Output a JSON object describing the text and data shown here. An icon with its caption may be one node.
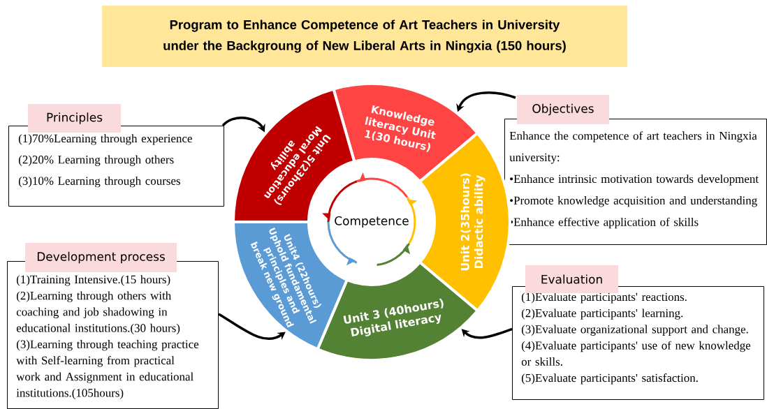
{
  "diagram": {
    "title": "Program to Enhance Competence of Art Teachers in University under the Backgroung of New Liberal Arts in Ningxia (150 hours)",
    "nodes": [
      {
        "text": [
          "Principles",
          "(1)70%Learning through experience",
          "(2)20% Learning through others",
          "(3)10% Learning through courses"
        ]
      },
      {
        "text": [
          "Objectives",
          "Enhance the competence of art teachers in Ningxia university:",
          "•Enhance intrinsic motivation towards development",
          "•Promote knowledge acquisition and understanding",
          "•Enhance effective application of skills"
        ]
      },
      {
        "text": [
          "Development process",
          "(1)Training Intensive.(15 hours)",
          "(2)Learning through others with coaching and job shadowing in educational institutions.(30 hours)",
          "(3)Learning through teaching practice with Self-learning from practical work and Assignment in educational institutions.(105hours)"
        ]
      },
      {
        "text": [
          "Evaluation",
          "(1)Evaluate participants' reactions.",
          "(2)Evaluate participants' learning.",
          "(3)Evaluate organizational support and change.",
          "(4)Evaluate participants' use of new knowledge or skills.",
          "(5)Evaluate participants' satisfaction."
        ]
      },
      {
        "text": [
          "Competence"
        ]
      },
      {
        "text": [
          "Knowledge literacy Unit 1(30 hours)"
        ]
      },
      {
        "text": [
          "Unit 2(35hours) Didactic ability"
        ]
      },
      {
        "text": [
          "Unit 3 (40hours) Digital literacy"
        ]
      },
      {
        "text": [
          "Unit4 (22hours) Uphold fundamental principles and break new ground"
        ]
      },
      {
        "text": [
          "Unit 5(23hours) Moral education ability"
        ]
      }
    ],
    "edges": [
      {
        "from": 0,
        "to": 9,
        "arrow": "to"
      },
      {
        "from": 1,
        "to": 5,
        "arrow": "to"
      },
      {
        "from": 2,
        "to": 8,
        "arrow": "to"
      },
      {
        "from": 3,
        "to": 7,
        "arrow": "to"
      }
    ]
  }
}
